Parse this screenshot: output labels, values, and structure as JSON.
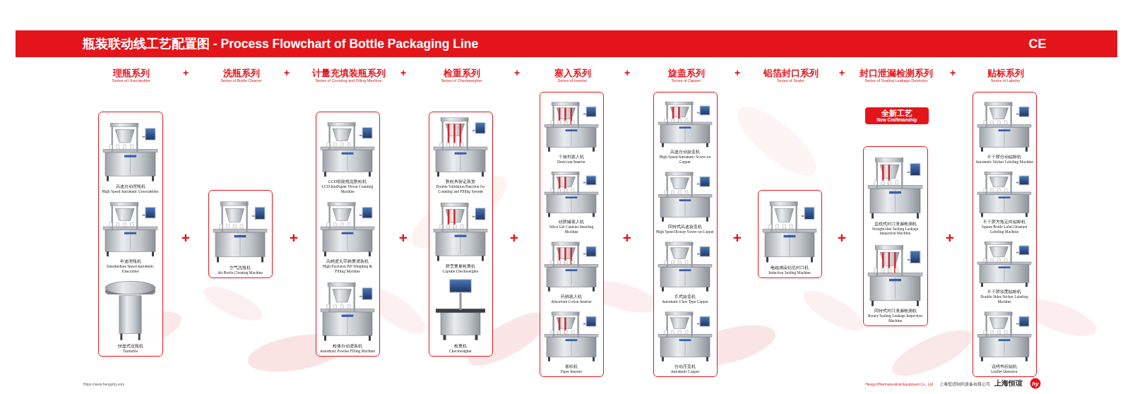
{
  "diagram": {
    "title": "瓶装联动线工艺配置图 - Process Flowchart of Bottle Packaging Line",
    "nodes": [
      {
        "text": [
          "理瓶系列",
          "Series of Unscrambler"
        ]
      },
      {
        "text": [
          "高速自动理瓶机",
          "High Speed Automatic Unscrambler"
        ],
        "in": 0
      },
      {
        "text": [
          "中速理瓶机",
          "Intermediate Speed Automatic Unscrabler"
        ],
        "in": 0
      },
      {
        "text": [
          "转盘式送瓶机",
          "Turntable"
        ],
        "in": 0
      },
      {
        "text": [
          "洗瓶系列",
          "Series of Bottle Cleaner"
        ]
      },
      {
        "text": [
          "空气洗瓶机",
          "Air Bottle Cleaning Machine"
        ],
        "in": 4
      },
      {
        "text": [
          "计量充填装瓶系列",
          "Series of Counting and Filling Machine"
        ]
      },
      {
        "text": [
          "CCD智能视觉数粒机",
          "CCD Intelligent Vision Counting Machine"
        ],
        "in": 6
      },
      {
        "text": [
          "高精度丸宇称重灌装机",
          "High Precision Pill Weighing & Filling Machine"
        ],
        "in": 6
      },
      {
        "text": [
          "粉体自动灌装机",
          "Automatic Powder Filling Machine"
        ],
        "in": 6
      },
      {
        "text": [
          "检重系列",
          "Series of Checkweigher"
        ]
      },
      {
        "text": [
          "数粒再验证装置",
          "Double Validation Function for Counting and Filling System"
        ],
        "in": 10
      },
      {
        "text": [
          "胶囊重量检重机",
          "Capsule Checkweigher"
        ],
        "in": 10
      },
      {
        "text": [
          "检重机",
          "Checkweigher"
        ],
        "in": 10
      },
      {
        "text": [
          "塞入系列",
          "Series of Inserter"
        ]
      },
      {
        "text": [
          "干燥剂塞入机",
          "Desiccant Inserter"
        ],
        "in": 14
      },
      {
        "text": [
          "硅胶罐塞入机",
          "Silica Gel Canister Inserting Machine"
        ],
        "in": 14
      },
      {
        "text": [
          "药棉塞入机",
          "Absorbent Cotton Inserter"
        ],
        "in": 14
      },
      {
        "text": [
          "塞纸机",
          "Paper Inserter"
        ],
        "in": 14
      },
      {
        "text": [
          "旋盖系列",
          "Series of Capper"
        ]
      },
      {
        "text": [
          "高速自动旋盖机",
          "High Speed Automatic Screw-on Capper"
        ],
        "in": 19
      },
      {
        "text": [
          "回转式高速旋盖机",
          "High Speed Rotary Screw-on Capper"
        ],
        "in": 19
      },
      {
        "text": [
          "爪式旋盖机",
          "Automatic Claw Type Capper"
        ],
        "in": 19
      },
      {
        "text": [
          "自动压盖机",
          "Automatic Capper"
        ],
        "in": 19
      },
      {
        "text": [
          "铝箔封口系列",
          "Series of Sealer"
        ]
      },
      {
        "text": [
          "电磁感应铝箔封口机",
          "Induction Sealing Machine"
        ],
        "in": 24
      },
      {
        "text": [
          "封口泄漏检测系列",
          "Series of Sealing Leakage Detetcion"
        ]
      },
      {
        "text": [
          "全新工艺",
          "New Craftmanship"
        ]
      },
      {
        "text": [
          "直线式封口泄漏检测机",
          "Straight-line Sealing Leakage Inspection Machine"
        ],
        "in": 26
      },
      {
        "text": [
          "回转式封口泄漏检测机",
          "Rotary Sealing Leakage Inspection Machine"
        ],
        "in": 26
      },
      {
        "text": [
          "贴标系列",
          "Series of Labeler"
        ]
      },
      {
        "text": [
          "不干胶自动贴标机",
          "Automatic Sticker Labeling Machine"
        ],
        "in": 30
      },
      {
        "text": [
          "不干胶方瓶定向贴标机",
          "Square Bottle Label Oriented Labeling Machine"
        ],
        "in": 30
      },
      {
        "text": [
          "不干胶双面贴标机",
          "Double Sides Sticker Labeling Machine"
        ],
        "in": 30
      },
      {
        "text": [
          "说明书折贴机",
          "Leaflet Outsertor"
        ],
        "in": 30
      }
    ],
    "labels": [
      "CE",
      "+",
      "+",
      "+",
      "+",
      "+",
      "+",
      "+",
      "+",
      "+",
      "+",
      "+",
      "+",
      "+",
      "+",
      "+",
      "+",
      "Https://www.hengyihy.com",
      "Hengyi Pharmaceutical Equipment Co., Ltd",
      "上海恒谊制药设备有限公司",
      "上海恒谊",
      "hy"
    ]
  }
}
